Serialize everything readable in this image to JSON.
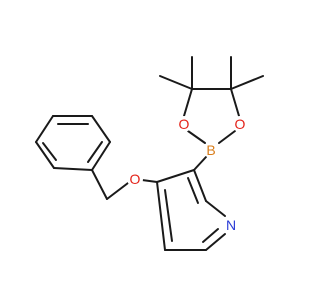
{
  "molecule": {
    "atoms": {
      "O_ring_left": {
        "symbol": "O",
        "color": "#e4231a"
      },
      "O_ring_right": {
        "symbol": "O",
        "color": "#e4231a"
      },
      "B": {
        "symbol": "B",
        "color": "#d97d1a"
      },
      "O_ether": {
        "symbol": "O",
        "color": "#e4231a"
      },
      "N": {
        "symbol": "N",
        "color": "#2a3bd6"
      }
    },
    "bond_color": "#1a1a1a"
  }
}
